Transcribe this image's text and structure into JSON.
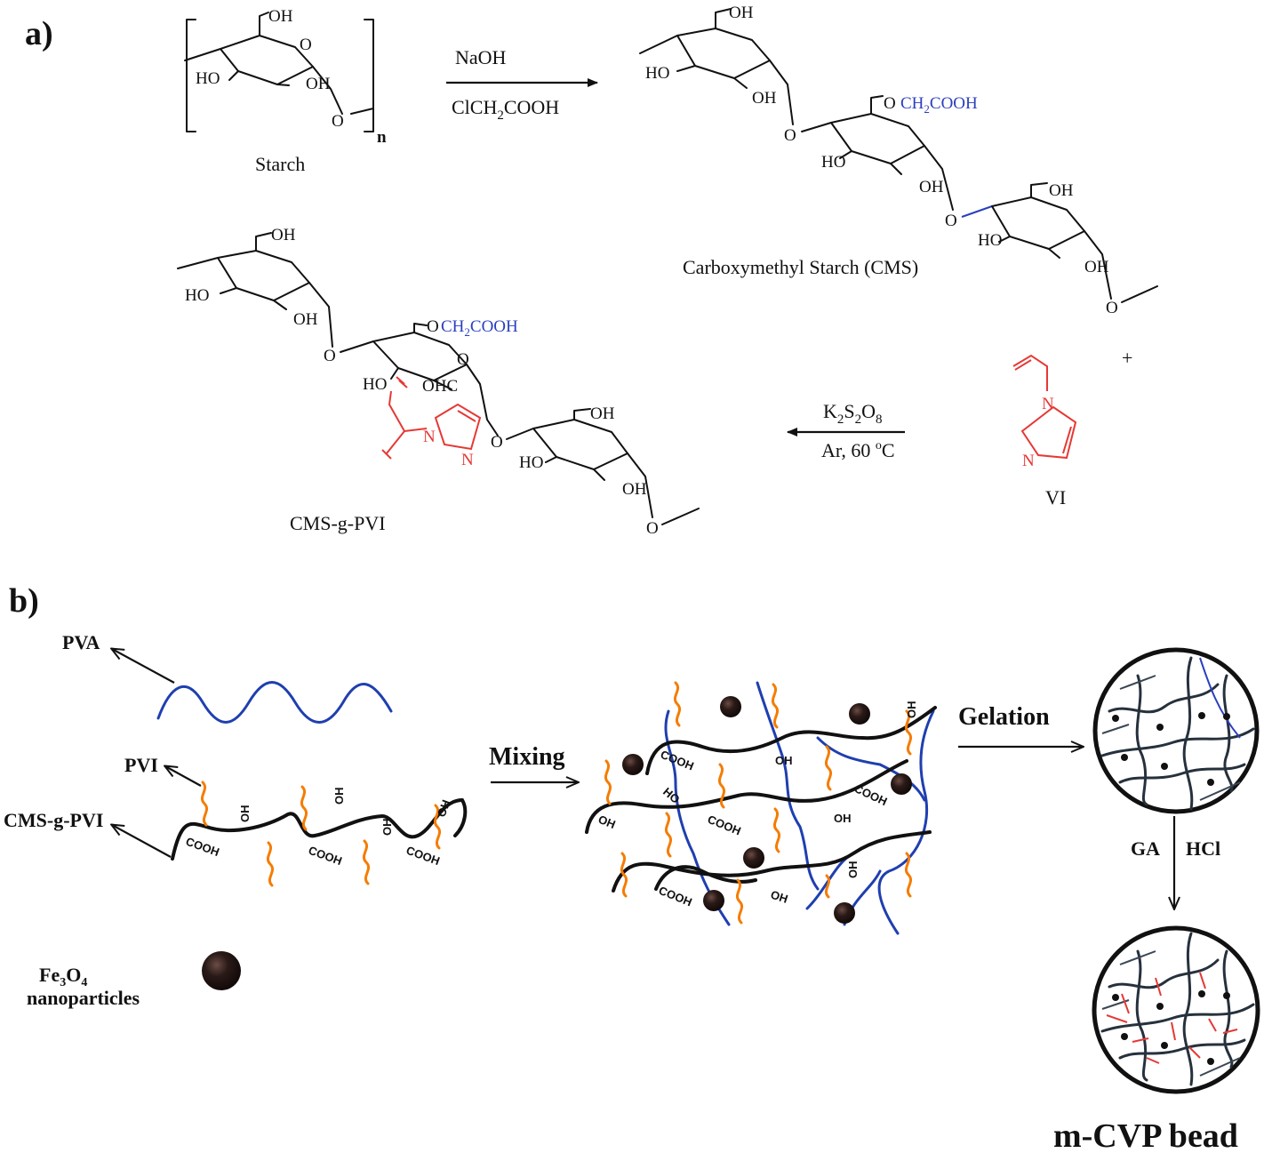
{
  "panel_a": {
    "label": "a)",
    "starch": {
      "name": "Starch",
      "oh6": "OH",
      "ho3": "HO",
      "oh2": "OH",
      "repeat": "n",
      "ring_o": "O"
    },
    "step1": {
      "reagent_top": "NaOH",
      "reagent_bottom_a": "ClCH",
      "reagent_bottom_sub": "2",
      "reagent_bottom_b": "COOH"
    },
    "cms": {
      "name": "Carboxymethyl Starch (CMS)",
      "oh": "OH",
      "ho": "HO",
      "cm_o": "O",
      "cm_group_a": "CH",
      "cm_group_sub": "2",
      "cm_group_b": "COOH"
    },
    "plus": "+",
    "vi": {
      "name": "VI",
      "n": "N"
    },
    "step2": {
      "reagent_top_k": "K",
      "sub2": "2",
      "reagent_top_s": "S",
      "reagent_top_o": "O",
      "sub8": "8",
      "reagent_bottom_a": "Ar, 60 ",
      "deg": "o",
      "reagent_bottom_b": "C"
    },
    "cms_g_pvi": {
      "name": "CMS-g-PVI",
      "ohc": "OHC",
      "n": "N"
    }
  },
  "panel_b": {
    "label": "b)",
    "pva": "PVA",
    "pvi": "PVI",
    "cms_g_pvi": "CMS-g-PVI",
    "fe3o4_a": "Fe",
    "fe3o4_sub3": "3",
    "fe3o4_b": "O",
    "fe3o4_sub4": "4",
    "nanoparticles": "nanoparticles",
    "cooh": "COOH",
    "oh": "OH",
    "ho": "HO",
    "mixing": "Mixing",
    "gelation": "Gelation",
    "ga": "GA",
    "hcl": "HCl",
    "product": "m-CVP bead"
  }
}
